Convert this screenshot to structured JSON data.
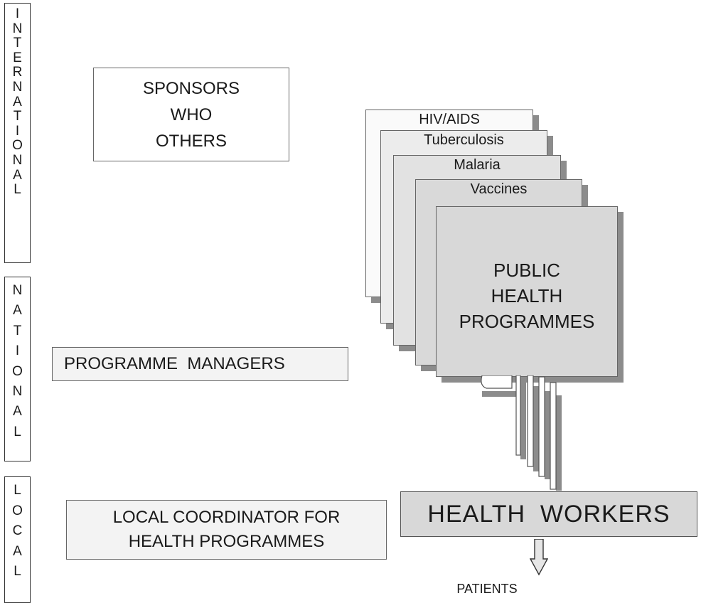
{
  "levels": {
    "international": [
      "I",
      "N",
      "T",
      "E",
      "R",
      "N",
      "A",
      "T",
      "I",
      "O",
      "N",
      "A",
      "L"
    ],
    "national": [
      "N",
      "A",
      "T",
      "I",
      "O",
      "N",
      "A",
      "L"
    ],
    "local": [
      "L",
      "O",
      "C",
      "A",
      "L"
    ]
  },
  "sponsors": {
    "lines": [
      "SPONSORS",
      "WHO",
      "OTHERS"
    ]
  },
  "programme_managers": "PROGRAMME  MANAGERS",
  "local_coordinator": {
    "lines": [
      "LOCAL COORDINATOR FOR",
      "HEALTH PROGRAMMES"
    ]
  },
  "programmes": {
    "cards": [
      "HIV/AIDS",
      "Tuberculosis",
      "Malaria",
      "Vaccines"
    ],
    "main_lines": [
      "PUBLIC",
      "HEALTH",
      "PROGRAMMES"
    ]
  },
  "health_workers": "HEALTH  WORKERS",
  "patients": "PATIENTS",
  "colors": {
    "card_fill": "#d8d8d8",
    "shadow": "#8c8c8c",
    "border": "#666666"
  }
}
